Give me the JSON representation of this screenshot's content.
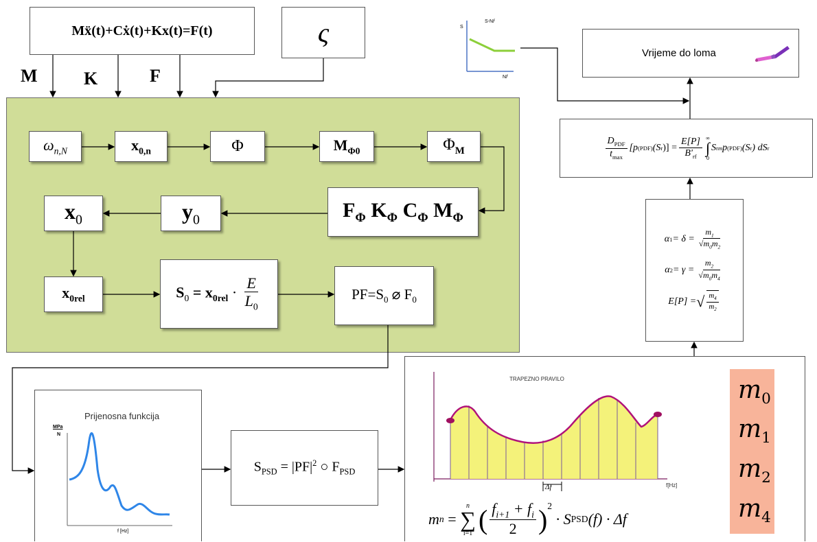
{
  "top": {
    "equation": "Mẍ(t)+Cẋ(t)+Kx(t)=F(t)",
    "zeta": "ς",
    "labels": {
      "m": "M",
      "k": "K",
      "f": "F"
    }
  },
  "chain": {
    "omega": "ω",
    "omega_sub": "n,N",
    "x0n": "x",
    "x0n_sub": "0,n",
    "phi": "Φ",
    "m_phi0": "M",
    "m_phi0_sub": "Φ0",
    "phi_m": "Φ",
    "phi_m_sub": "M",
    "modal": {
      "f": "F",
      "k": "K",
      "c": "C",
      "m": "M",
      "sub": "Φ"
    },
    "y0": "y",
    "y0_sub": "0",
    "x0": "x",
    "x0_sub": "0",
    "x0rel": "x",
    "x0rel_sub": "0rel",
    "stress": {
      "lhs": "S",
      "lhs_sub": "0",
      "eq": " = x",
      "eq_sub": "0rel",
      "dot": " · ",
      "num": "E",
      "den": "L",
      "den_sub": "0"
    },
    "pf": {
      "text": "PF=S",
      "sub1": "0",
      "op": " ⌀ F",
      "sub2": "0"
    }
  },
  "transfer": {
    "title": "Prijenosna funkcija",
    "ylabel_top": "MPa",
    "ylabel_bottom": "N",
    "xlabel": "f [Hz]"
  },
  "psd": {
    "lhs": "S",
    "lhs_sub": "PSD",
    "eq": " = |PF|",
    "sup": "2",
    "op": " ○ F",
    "op_sub": "PSD"
  },
  "trapez": {
    "title": "TRAPEZNO PRAVILO",
    "xlabel": "f[Hz]",
    "delta": "Δf",
    "formula_lhs": "m",
    "formula_lhs_sub": "n",
    "sum_top": "n",
    "sum_bottom": "i=1",
    "num": "f",
    "num_sub1": "i+1",
    "plus": " + f",
    "num_sub2": "i",
    "den": "2",
    "power": "2",
    "rest": "· S",
    "rest_sub": "PSD",
    "rest2": " (f) · Δf"
  },
  "moments": {
    "items": [
      {
        "m": "m",
        "sub": "0"
      },
      {
        "m": "m",
        "sub": "1"
      },
      {
        "m": "m",
        "sub": "2"
      },
      {
        "m": "m",
        "sub": "4"
      }
    ],
    "color": "#f8b49a"
  },
  "params": {
    "a1": "α",
    "a1_sub": "1",
    "a1_mid": " = δ = ",
    "a1_num": "m",
    "a1_num_sub": "1",
    "a1_den": "m",
    "a1_den_sub1": "0",
    "a1_den2": "m",
    "a1_den_sub2": "2",
    "a2": "α",
    "a2_sub": "2",
    "a2_mid": " = γ = ",
    "a2_num": "m",
    "a2_num_sub": "2",
    "a2_den": "m",
    "a2_den_sub1": "0",
    "a2_den2": "m",
    "a2_den_sub2": "4",
    "ep": "E[P] = ",
    "ep_num": "m",
    "ep_num_sub": "4",
    "ep_den": "m",
    "ep_den_sub": "2"
  },
  "damage": {
    "d": "D",
    "d_sub": "PDF",
    "t": "t",
    "t_sub": "max",
    "mid": "[p",
    "mid_sub": "(PDF)",
    "mid2": "(S",
    "mid2_sub": "r",
    "mid3": ")] = ",
    "e": "E[P]",
    "b": "B'",
    "b_sub": "rf",
    "int_top": "∞",
    "int_bottom": "0",
    "tail": "S",
    "tail_sub": "r",
    "tail_sup": "m",
    "tail2": " p",
    "tail2_sub": "(PDF)",
    "tail3": "(S",
    "tail3_sub": "r",
    "tail4": ") dS",
    "tail4_sub": "r"
  },
  "sn": {
    "title": "S-N",
    "title_ital": "f",
    "s": "S",
    "n": "N",
    "n_ital": "f"
  },
  "result": {
    "text": "Vrijeme do loma"
  },
  "colors": {
    "panel": "#d0dd98",
    "curve": "#b0127a",
    "fill": "#f4f27a",
    "transfer_curve": "#2f86e8",
    "sn_line": "#8ccf3a"
  }
}
